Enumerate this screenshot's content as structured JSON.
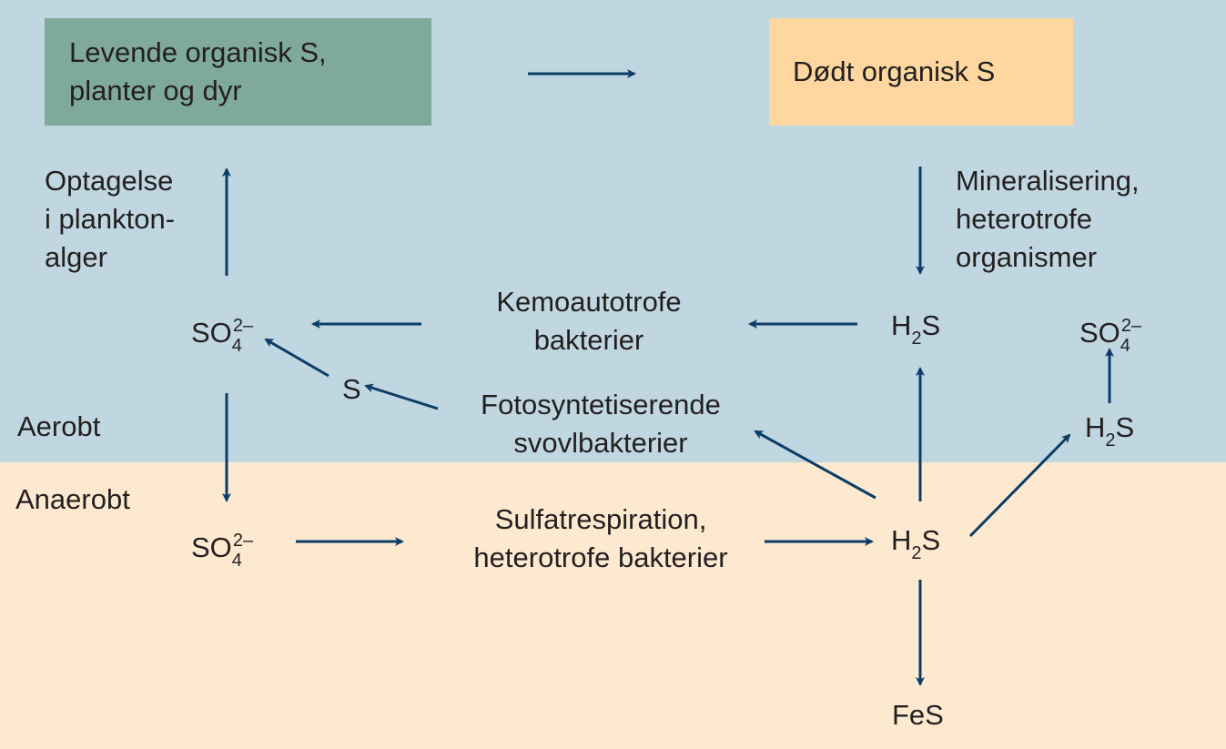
{
  "colors": {
    "aerobic_bg": "#c0d6e0",
    "anaerobic_bg": "#fde9cf",
    "living_box": "#7fa99b",
    "dead_box": "#fdd79f",
    "arrow": "#0b3d66",
    "text": "#231f20"
  },
  "zones": {
    "aerobic": "Aerobt",
    "anaerobic": "Anaerobt"
  },
  "boxes": {
    "living": [
      "Levende organisk S,",
      "planter og dyr"
    ],
    "dead": "Dødt organisk S"
  },
  "processes": {
    "uptake": [
      "Optagelse",
      "i plankton-",
      "alger"
    ],
    "mineralization": [
      "Mineralisering,",
      "heterotrofe",
      "organismer"
    ],
    "chemoautotrophic": [
      "Kemoautotrofe",
      "bakterier"
    ],
    "photosynthetic": [
      "Fotosyntetiserende",
      "svovlbakterier"
    ],
    "sulfate_respiration": [
      "Sulfatrespiration,",
      "heterotrofe bakterier"
    ]
  },
  "compounds": {
    "sulfate": {
      "base": "SO",
      "sub": "4",
      "sup": "2–"
    },
    "hydrogen_sulfide": {
      "base": "H",
      "sub": "2",
      "tail": "S"
    },
    "sulfur": "S",
    "iron_sulfide": "FeS"
  }
}
